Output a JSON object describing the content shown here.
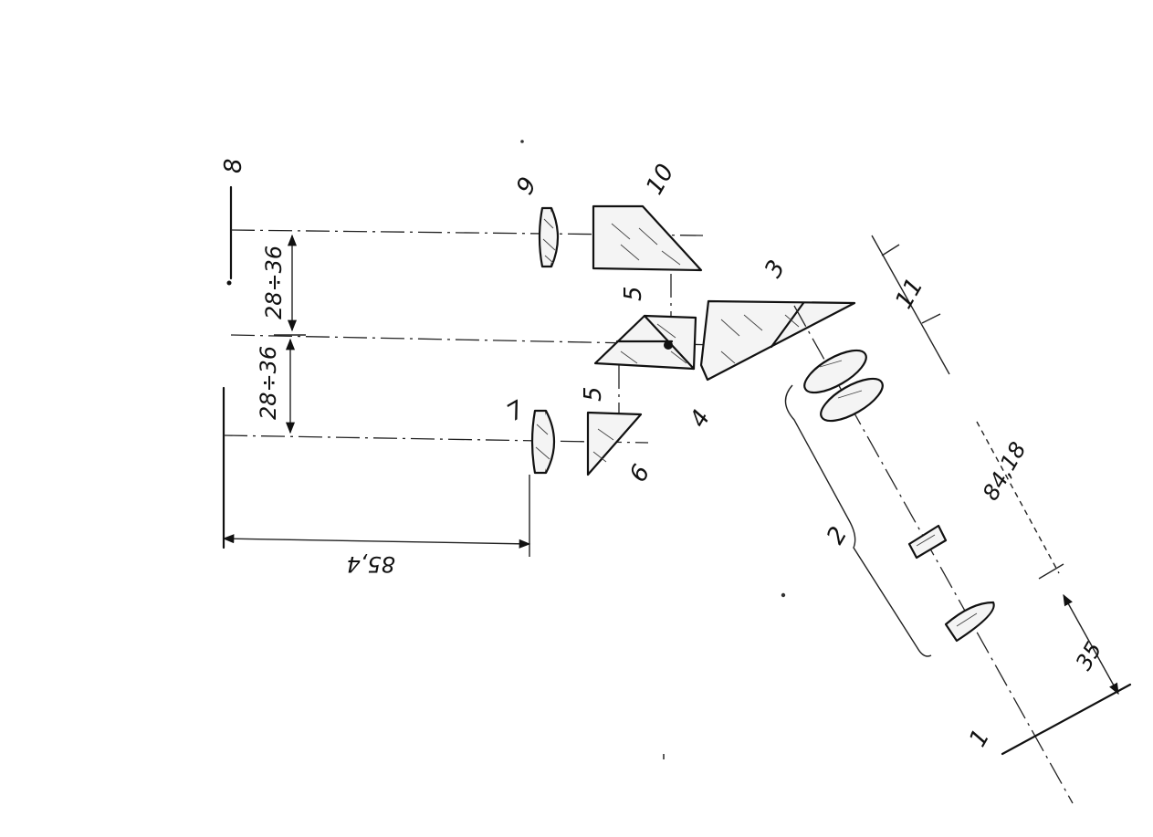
{
  "labels": {
    "l1": "1",
    "l2": "2",
    "l3": "3",
    "l4": "4",
    "l5a": "5",
    "l5b": "5",
    "l6": "6",
    "l7": "7",
    "l8": "8",
    "l9": "9",
    "l10": "10",
    "l11": "11"
  },
  "dimensions": {
    "d_upper": "28÷36",
    "d_lower": "28÷36",
    "d_width": "85,4",
    "d_long": "84,18",
    "d_short": "35"
  }
}
